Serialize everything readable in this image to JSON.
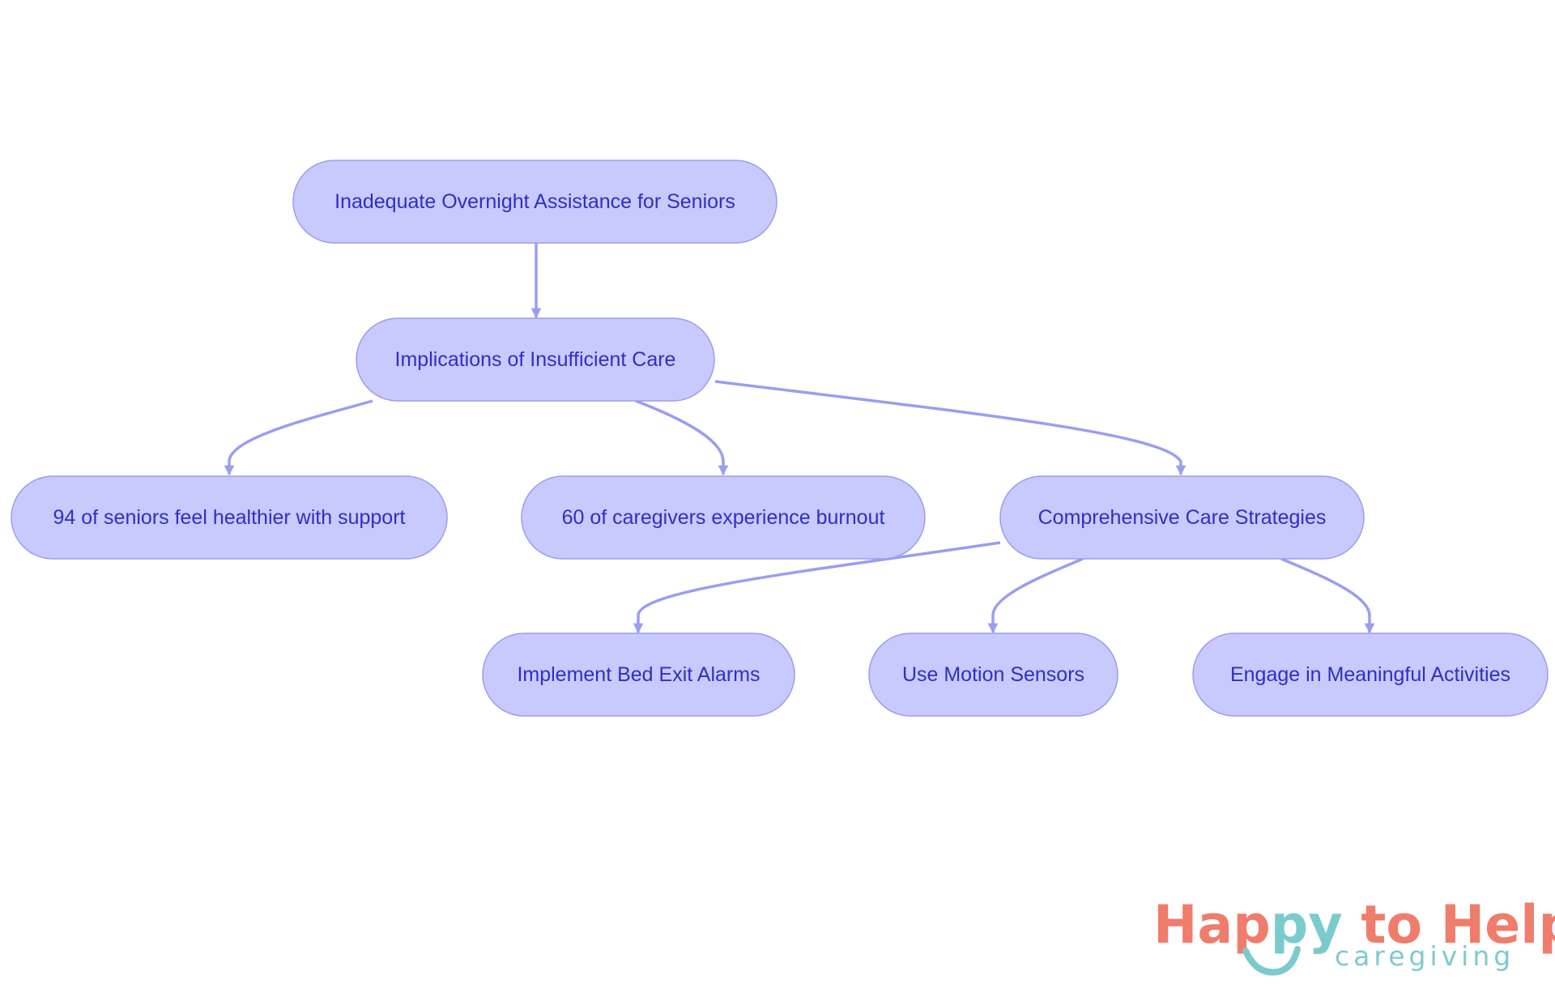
{
  "colors": {
    "node_fill": "#c8c9fd",
    "node_stroke": "#9b9df0",
    "node_text": "#2f2fc4",
    "edge": "#9b9df0",
    "logo_coral": "#f07c6c",
    "logo_teal": "#7ccbcc"
  },
  "nodes": [
    {
      "id": "root",
      "label": "Inadequate Overnight Assistance for Seniors"
    },
    {
      "id": "implications",
      "label": "Implications of Insufficient Care"
    },
    {
      "id": "seniors-healthier",
      "label": "94 of seniors feel healthier with support"
    },
    {
      "id": "caregiver-burnout",
      "label": "60 of caregivers experience burnout"
    },
    {
      "id": "strategies",
      "label": "Comprehensive Care Strategies"
    },
    {
      "id": "bed-exit-alarms",
      "label": "Implement Bed Exit Alarms"
    },
    {
      "id": "motion-sensors",
      "label": "Use Motion Sensors"
    },
    {
      "id": "meaningful-activities",
      "label": "Engage in Meaningful Activities"
    }
  ],
  "edges": [
    {
      "from": "root",
      "to": "implications"
    },
    {
      "from": "implications",
      "to": "seniors-healthier"
    },
    {
      "from": "implications",
      "to": "caregiver-burnout"
    },
    {
      "from": "implications",
      "to": "strategies"
    },
    {
      "from": "strategies",
      "to": "bed-exit-alarms"
    },
    {
      "from": "strategies",
      "to": "motion-sensors"
    },
    {
      "from": "strategies",
      "to": "meaningful-activities"
    }
  ],
  "logo": {
    "word1": "Hap",
    "word1_y": "p",
    "word1_end": "y",
    "word2": " to Help",
    "sub": "caregiving"
  }
}
